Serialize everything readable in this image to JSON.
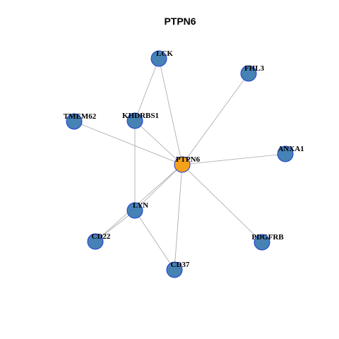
{
  "title": "PTPN6",
  "colors": {
    "hub_fill": "#f5a21b",
    "node_fill": "#4682b4",
    "node_stroke": "#1f3bd6",
    "edge": "#a6a6a6"
  },
  "nodes": [
    {
      "id": "PTPN6",
      "label": "PTPN6",
      "hub": true
    },
    {
      "id": "LCK",
      "label": "LCK"
    },
    {
      "id": "FHL3",
      "label": "FHL3"
    },
    {
      "id": "TMEM62",
      "label": "TMEM62"
    },
    {
      "id": "KHDRBS1",
      "label": "KHDRBS1"
    },
    {
      "id": "ANXA1",
      "label": "ANXA1"
    },
    {
      "id": "LYN",
      "label": "LYN"
    },
    {
      "id": "CD22",
      "label": "CD22"
    },
    {
      "id": "PDGFRB",
      "label": "PDGFRB"
    },
    {
      "id": "CD37",
      "label": "CD37"
    }
  ],
  "edges": [
    [
      "PTPN6",
      "LCK"
    ],
    [
      "PTPN6",
      "FHL3"
    ],
    [
      "PTPN6",
      "TMEM62"
    ],
    [
      "PTPN6",
      "KHDRBS1"
    ],
    [
      "PTPN6",
      "ANXA1"
    ],
    [
      "PTPN6",
      "LYN"
    ],
    [
      "PTPN6",
      "CD22"
    ],
    [
      "PTPN6",
      "PDGFRB"
    ],
    [
      "PTPN6",
      "CD37"
    ],
    [
      "LCK",
      "KHDRBS1"
    ],
    [
      "KHDRBS1",
      "LYN"
    ],
    [
      "LYN",
      "CD22"
    ],
    [
      "LYN",
      "CD37"
    ]
  ]
}
